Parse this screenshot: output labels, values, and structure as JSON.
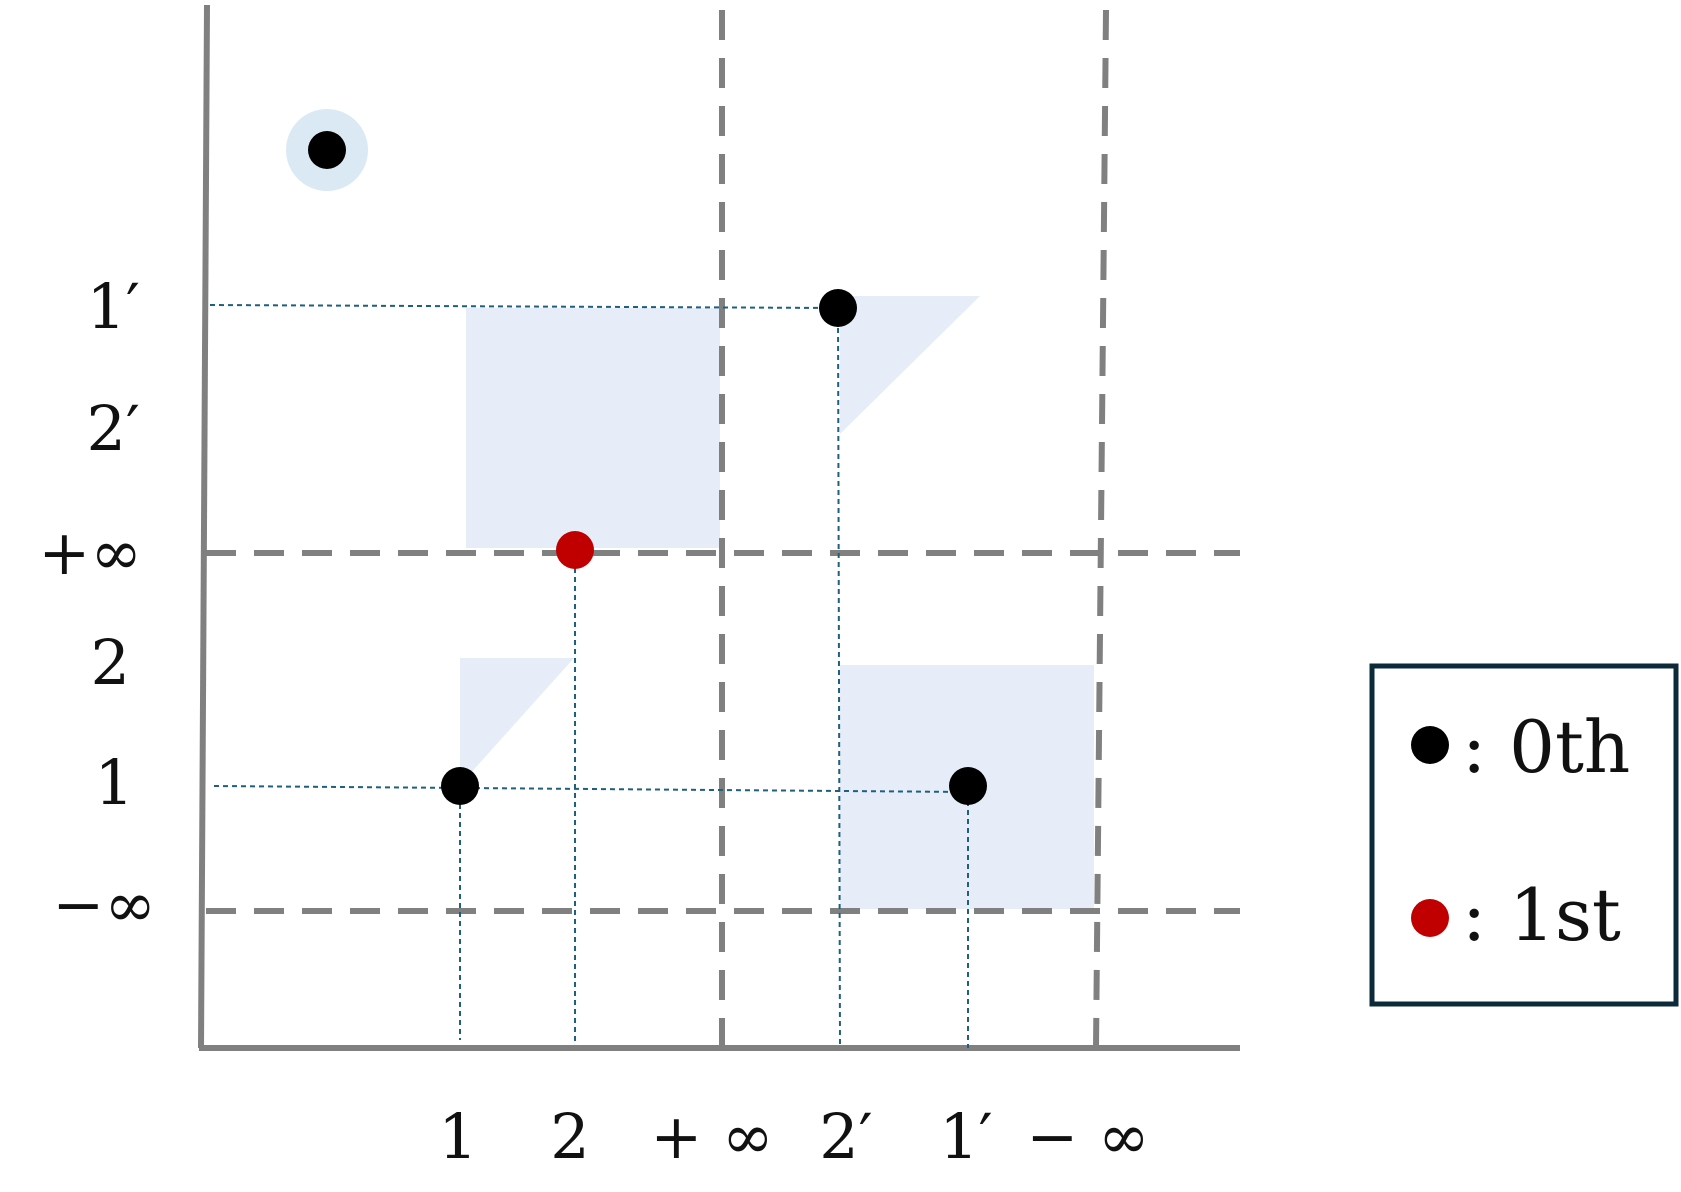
{
  "x_labels": [
    "1",
    "2",
    "+ ∞",
    "2′",
    "1′",
    "− ∞"
  ],
  "y_labels": [
    "1′",
    "2′",
    "+∞",
    "2",
    "1",
    "−∞"
  ],
  "points": [
    {
      "id": "pt-0",
      "x": "none",
      "y": "none",
      "class": "0th",
      "highlighted": true
    },
    {
      "id": "pt-1",
      "x": "1",
      "y": "1",
      "class": "0th"
    },
    {
      "id": "pt-2",
      "x": "2",
      "y": "+∞",
      "class": "1st"
    },
    {
      "id": "pt-3",
      "x": "2′",
      "y": "1′",
      "class": "0th"
    },
    {
      "id": "pt-4",
      "x": "1′",
      "y": "1",
      "class": "0th"
    }
  ],
  "legend": {
    "entries": [
      {
        "label": ": 0th",
        "color": "#000000"
      },
      {
        "label": ": 1st",
        "color": "#c00000"
      }
    ]
  },
  "colors": {
    "axis": "#808080",
    "guide": "#1f5f7f",
    "region": "#e6edf8",
    "highlight": "#dbe9f5",
    "point_0th": "#000000",
    "point_1st": "#c00000",
    "legend_border": "#0d2a3a"
  }
}
